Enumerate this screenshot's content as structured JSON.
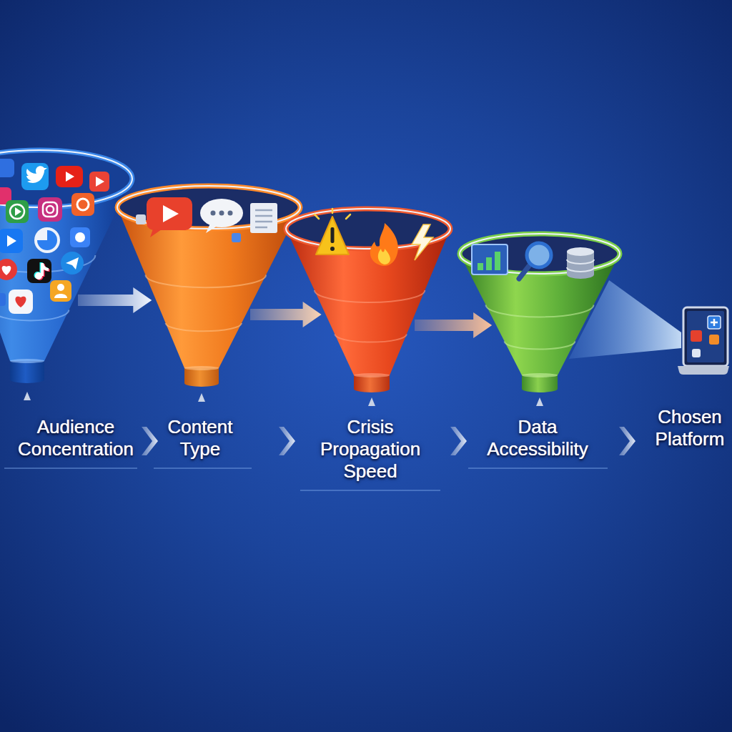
{
  "diagram": {
    "nodes": [
      {
        "text": [
          "Audience Concentration"
        ]
      },
      {
        "text": [
          "Content Type"
        ]
      },
      {
        "text": [
          "Crisis Propagation Speed"
        ]
      },
      {
        "text": [
          "Data Accessibility"
        ]
      },
      {
        "text": [
          "Chosen Platform"
        ]
      }
    ],
    "edges": [
      {
        "from": 0,
        "to": 1,
        "arrow": "to"
      },
      {
        "from": 1,
        "to": 2,
        "arrow": "to"
      },
      {
        "from": 2,
        "to": 3,
        "arrow": "to"
      },
      {
        "from": 3,
        "to": 4,
        "arrow": "none"
      }
    ]
  }
}
